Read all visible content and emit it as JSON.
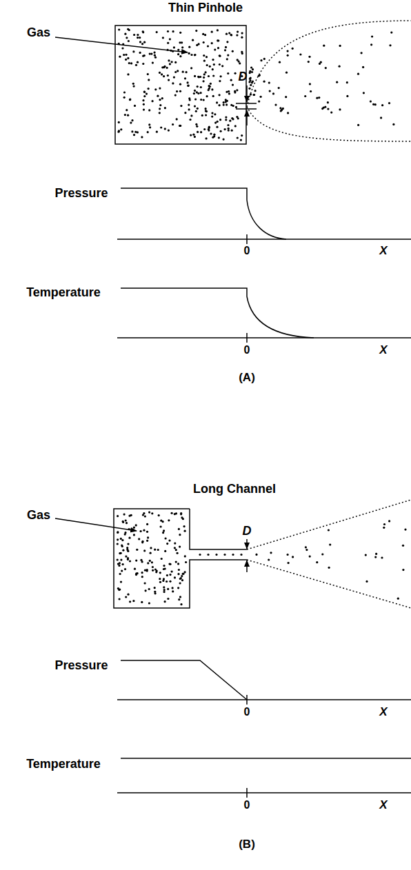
{
  "diagram": {
    "labels": [
      "Thin Pinhole",
      "Gas",
      "D",
      "Pressure",
      "0",
      "X",
      "Temperature",
      "0",
      "X",
      "(A)",
      "Long Channel",
      "Gas",
      "D",
      "Pressure",
      "0",
      "X",
      "Temperature",
      "0",
      "X",
      "(B)"
    ]
  }
}
